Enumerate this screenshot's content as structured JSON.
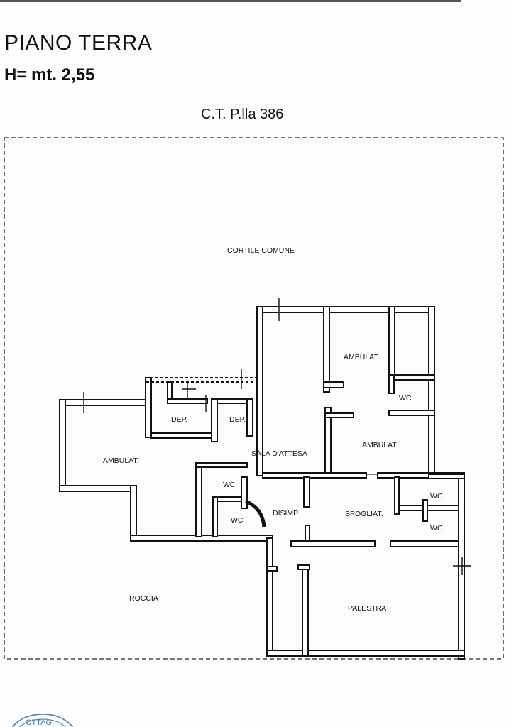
{
  "drawing": {
    "floor_title": "PIANO TERRA",
    "height_label": "H= mt. 2,55",
    "parcel_label": "C.T. P.lla 386"
  },
  "rooms": {
    "courtyard": "CORTILE COMUNE",
    "ambulat_top": "AMBULAT.",
    "wc_top": "WC",
    "ambulat_mid": "AMBULAT.",
    "dep_1": "DEP.",
    "dep_2": "DEP.",
    "ambulat_left": "AMBULAT.",
    "sala_attesa": "SALA D'ATTESA",
    "wc_left_1": "WC",
    "wc_left_2": "WC",
    "disimp": "DISIMP.",
    "spogliat": "SPOGLIAT.",
    "wc_right_1": "WC",
    "wc_right_2": "WC",
    "roccia": "ROCCIA",
    "palestra": "PALESTRA"
  },
  "stamp": {
    "text": "OTTAGI"
  },
  "colors": {
    "ink": "#111111",
    "wall_fill": "#ffffff",
    "paper": "#fdfdfd"
  }
}
